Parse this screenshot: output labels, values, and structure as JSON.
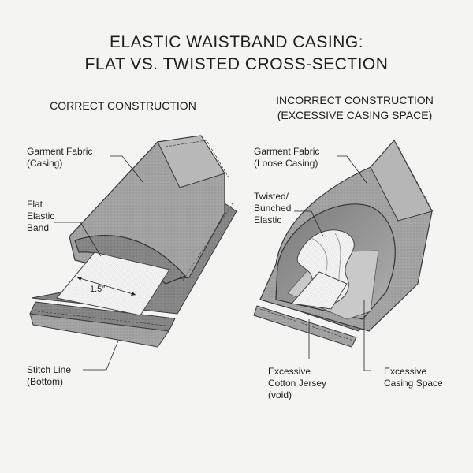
{
  "title": {
    "line1": "ELASTIC WAISTBAND CASING:",
    "line2": "FLAT VS. TWISTED CROSS-SECTION"
  },
  "left_panel": {
    "heading": "CORRECT CONSTRUCTION",
    "labels": {
      "garment_line1": "Garment Fabric",
      "garment_line2": "(Casing)",
      "elastic_line1": "Flat",
      "elastic_line2": "Elastic",
      "elastic_line3": "Band",
      "stitch_line1": "Stitch Line",
      "stitch_line2": "(Bottom)",
      "dimension": "1.5\""
    }
  },
  "right_panel": {
    "heading_line1": "INCORRECT CONSTRUCTION",
    "heading_line2": "(EXCESSIVE CASING SPACE)",
    "labels": {
      "garment_line1": "Garment Fabric",
      "garment_line2": "(Loose Casing)",
      "twisted_line1": "Twisted/",
      "twisted_line2": "Bunched",
      "twisted_line3": "Elastic",
      "jersey_line1": "Excessive",
      "jersey_line2": "Cotton Jersey",
      "jersey_line3": "(void)",
      "space_line1": "Excessive",
      "space_line2": "Casing Space"
    }
  },
  "colors": {
    "fabric": "#9b9b9b",
    "fabric_dark": "#6f6f6f",
    "fabric_light": "#bdbdbd",
    "elastic": "#f3f3f3",
    "background": "#f4f4f2"
  }
}
